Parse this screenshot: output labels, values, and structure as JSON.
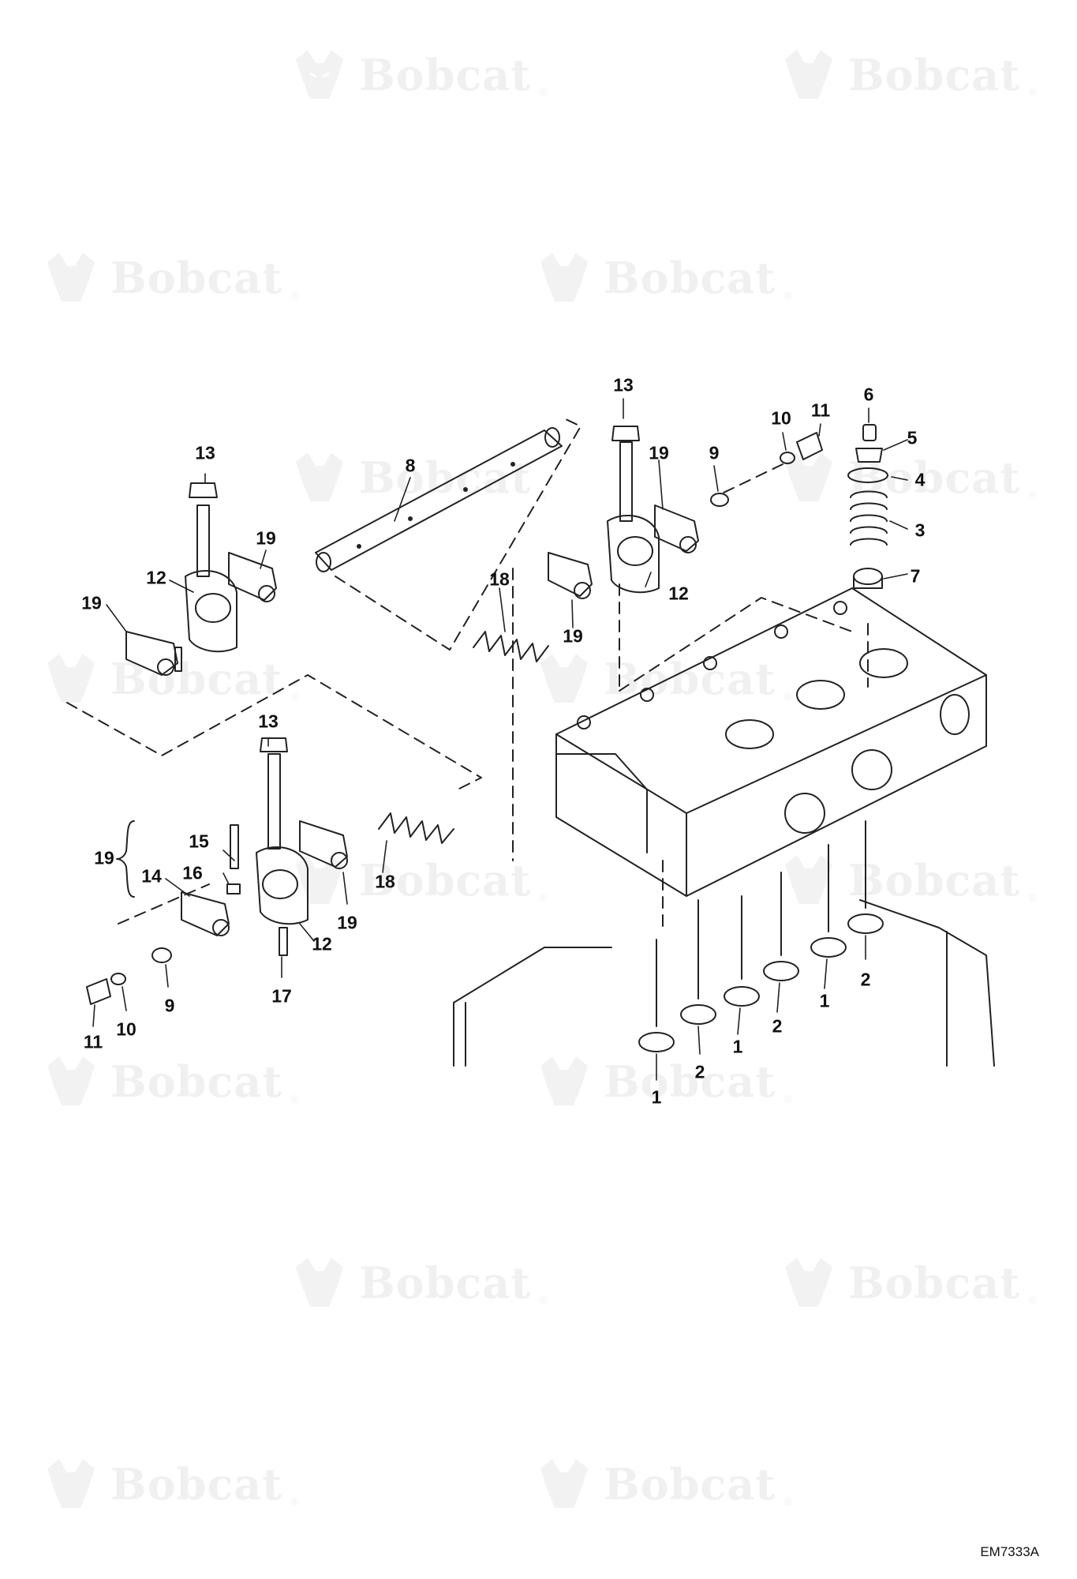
{
  "watermark": {
    "brand_text": "Bobcat",
    "registered_mark": "®"
  },
  "figure_code": "EM7333A",
  "callouts": {
    "c13_top_center": "13",
    "c11_top_right": "11",
    "c10_top_right": "10",
    "c6": "6",
    "c5": "5",
    "c4": "4",
    "c3": "3",
    "c7": "7",
    "c13_left": "13",
    "c8": "8",
    "c19_right_upper": "19",
    "c9_right": "9",
    "c19_left_upper": "19",
    "c12_left_upper": "12",
    "c19_far_left": "19",
    "c18_center": "18",
    "c12_right": "12",
    "c19_center_lower": "19",
    "c13_bottom": "13",
    "c19_bracket": "19",
    "c15": "15",
    "c16": "16",
    "c14": "14",
    "c18_lower": "18",
    "c19_lower": "19",
    "c12_lower": "12",
    "c9_lower": "9",
    "c17": "17",
    "c11_lower": "11",
    "c10_lower": "10",
    "valve_2_a": "2",
    "valve_1_a": "1",
    "valve_2_b": "2",
    "valve_1_b": "1",
    "valve_2_c": "2",
    "valve_1_c": "1"
  }
}
